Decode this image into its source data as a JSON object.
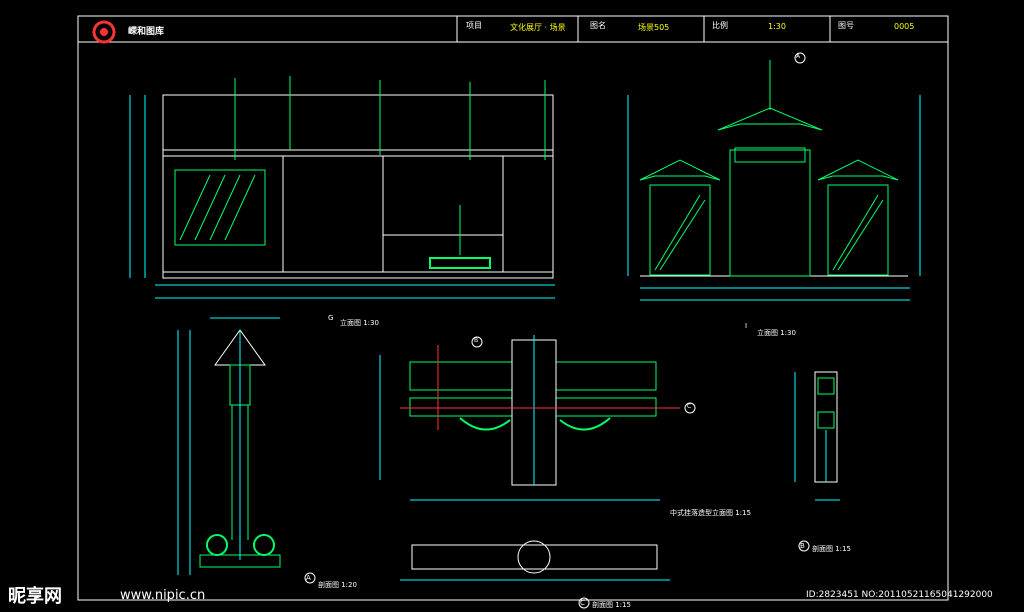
{
  "titleblock": {
    "project_label": "项目",
    "project_value": "文化展厅 · 场景",
    "drawing_label": "图名",
    "drawing_value": "场景505",
    "scale_label": "比例",
    "scale_value": "1:30",
    "sheet_label": "图号",
    "sheet_value": "0005"
  },
  "logo": {
    "name": "嵘和图库"
  },
  "views": {
    "elev_g": {
      "marker": "G",
      "label": "立面图 1:30"
    },
    "elev_i": {
      "marker": "I",
      "label": "立面图 1:30"
    },
    "section_a": {
      "marker": "A",
      "label": "剖面图 1:20"
    },
    "section_b": {
      "marker": "B",
      "label": "剖面图 1:15"
    },
    "section_c": {
      "marker": "C",
      "label": "剖面图 1:15"
    },
    "detail": {
      "label": "中式挂落造型立面图 1:15"
    }
  },
  "callouts": {
    "a_top": "A",
    "b_mid": "B",
    "c_mid": "C"
  },
  "watermark": {
    "brand": "昵享网",
    "url": "www.nipic.cn",
    "id_text": "ID:2823451 NO:20110521165041292000"
  },
  "colors": {
    "background": "#000000",
    "frame": "#ffffff",
    "drawing": "#00ff66",
    "dimension": "#00ffff",
    "annotation": "#ffffff",
    "accent": "#ff3333",
    "yellow": "#ffff00"
  }
}
